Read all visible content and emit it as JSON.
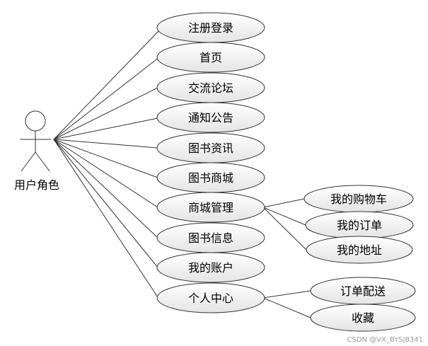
{
  "actor": {
    "label": "用户角色"
  },
  "use_cases": {
    "register_login": "注册登录",
    "home": "首页",
    "forum": "交流论坛",
    "notice": "通知公告",
    "book_news": "图书资讯",
    "book_mall": "图书商城",
    "mall_manage": "商城管理",
    "book_info": "图书信息",
    "my_account": "我的账户",
    "personal_center": "个人中心"
  },
  "sub_cases": {
    "my_cart": "我的购物车",
    "my_order": "我的订单",
    "my_address": "我的地址",
    "order_delivery": "订单配送",
    "favorites": "收藏"
  },
  "watermark": "CSDN @VX_BYSJ8341"
}
